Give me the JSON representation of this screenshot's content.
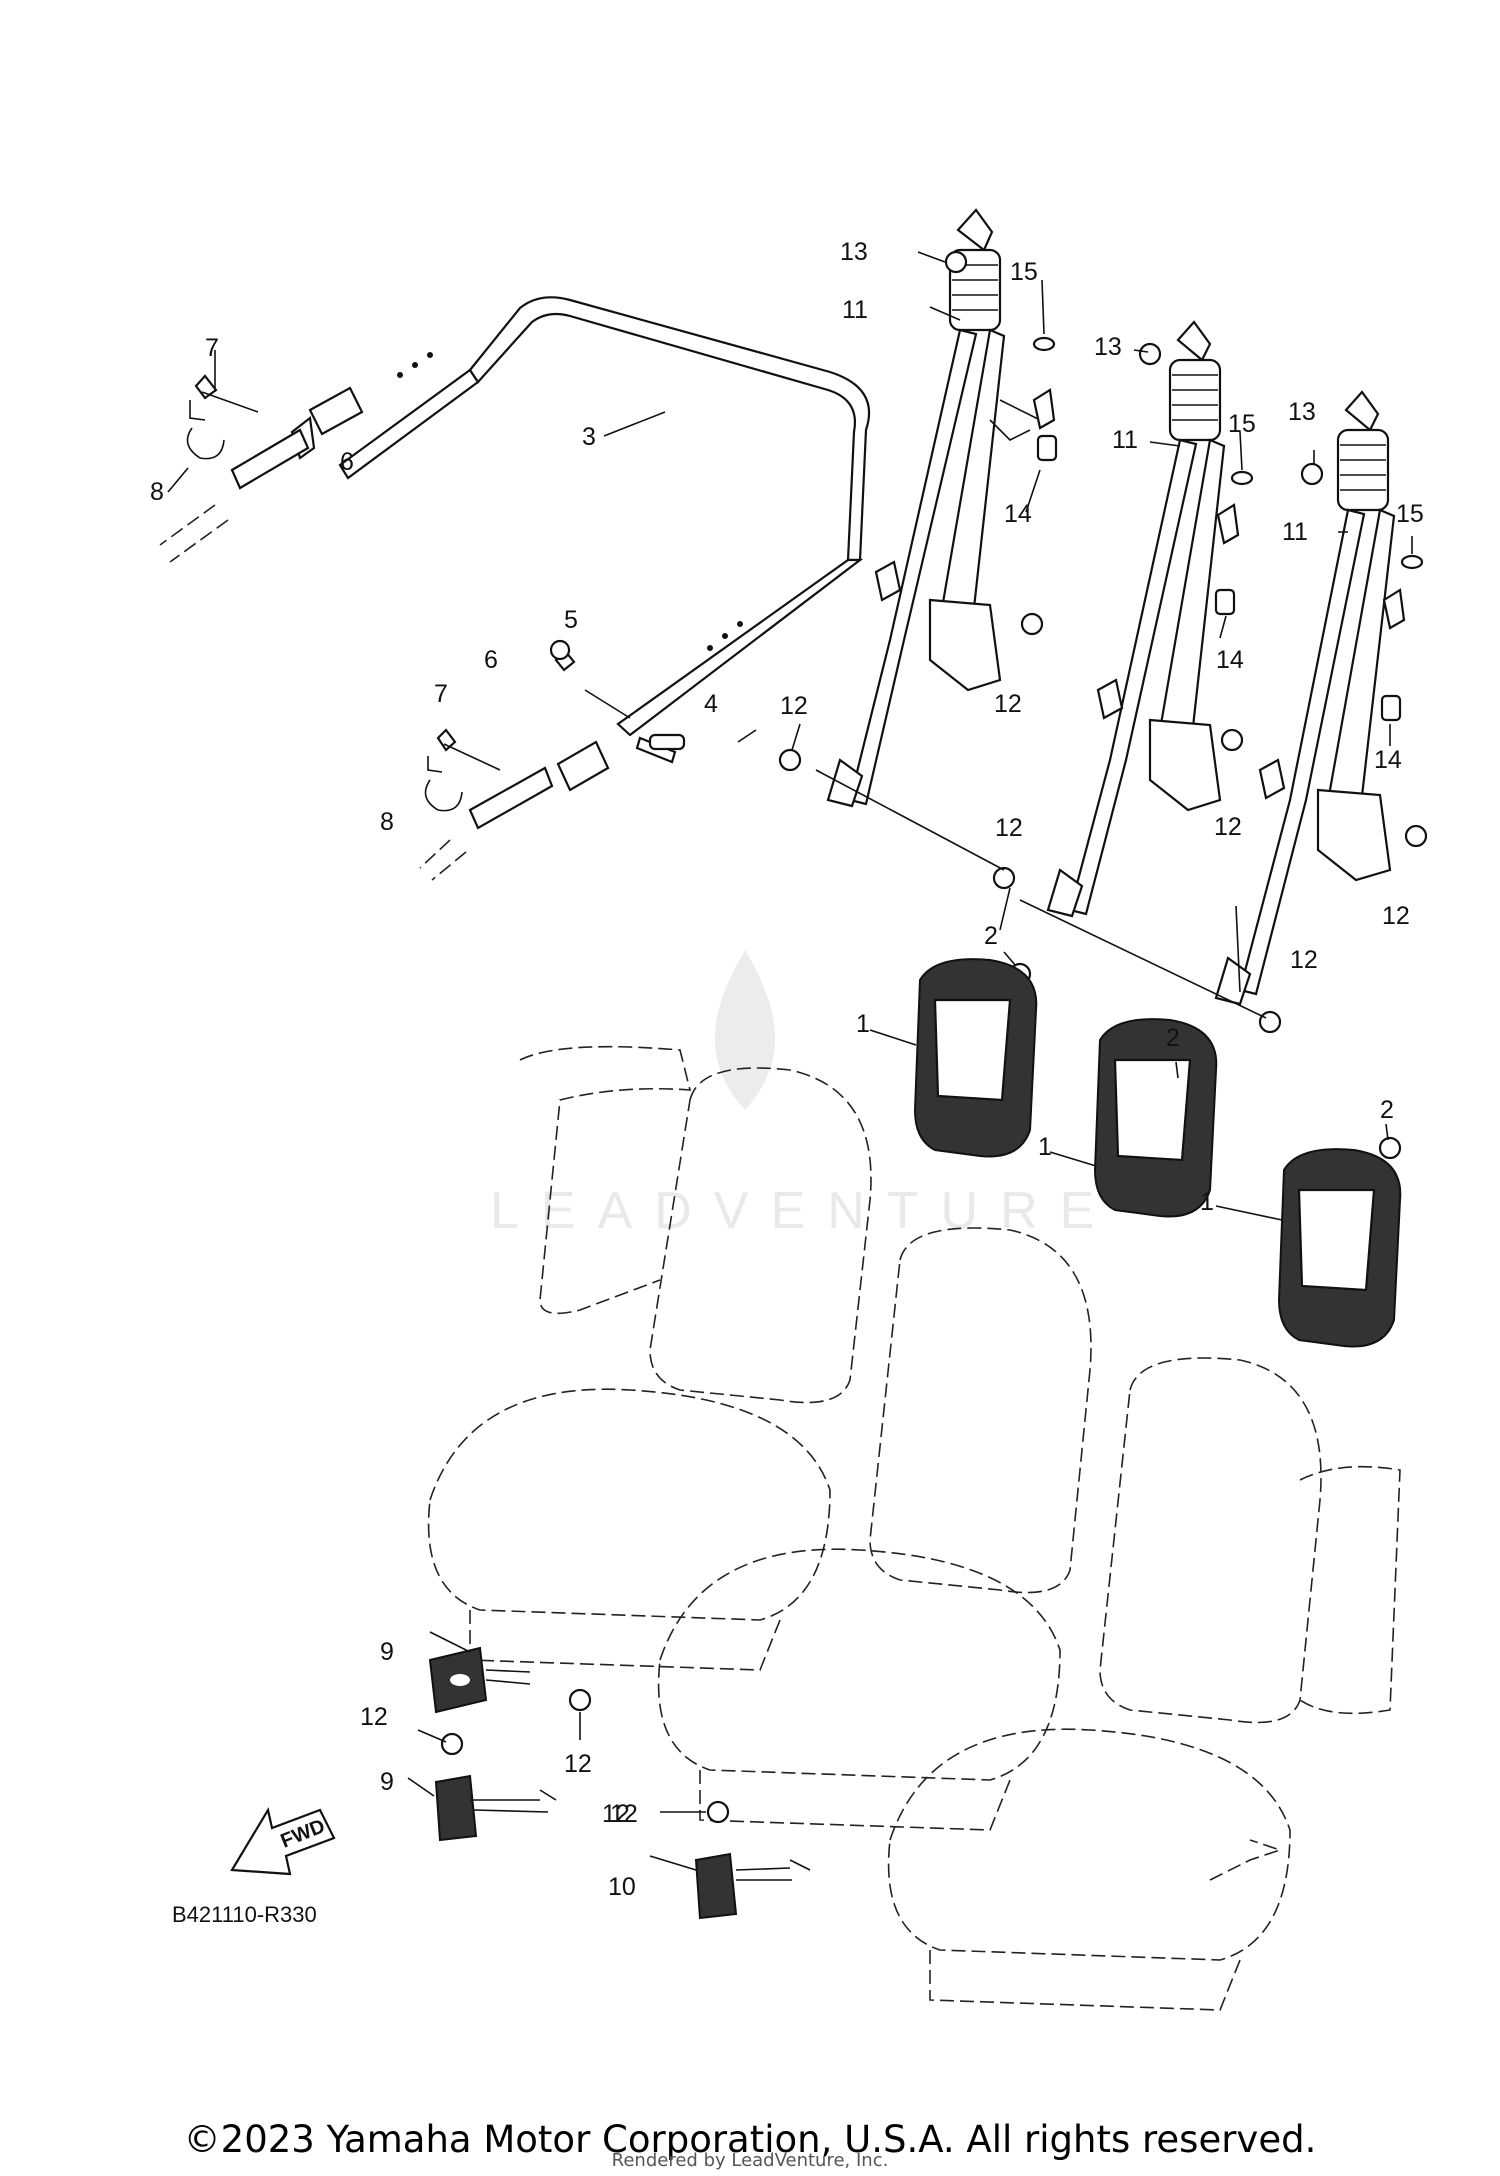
{
  "diagram": {
    "callouts": [
      "1",
      "1",
      "1",
      "2",
      "2",
      "2",
      "3",
      "4",
      "5",
      "6",
      "6",
      "7",
      "7",
      "8",
      "8",
      "9",
      "9",
      "10",
      "11",
      "11",
      "11",
      "12",
      "12",
      "12",
      "12",
      "12",
      "12",
      "12",
      "12",
      "12",
      "12",
      "13",
      "13",
      "13",
      "14",
      "14",
      "14",
      "15",
      "15",
      "15"
    ],
    "fwd_label": "FWD",
    "drawing_code": "B421110-R330",
    "watermark": "LEADVENTURE"
  },
  "footer": {
    "copyright": "©2023 Yamaha Motor Corporation, U.S.A. All rights reserved.",
    "rendered_by": "Rendered by LeadVenture, Inc."
  }
}
